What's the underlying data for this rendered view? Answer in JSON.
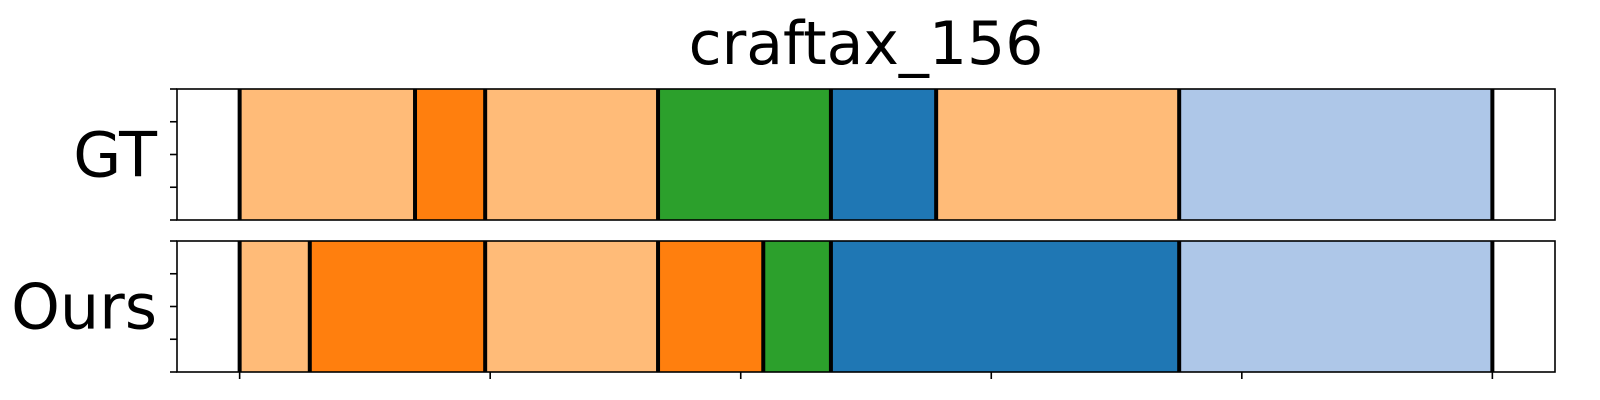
{
  "chart_data": {
    "type": "segmentation_timeline",
    "title": "craftax_156",
    "xlim": [
      -0.25,
      5.25
    ],
    "x_ticks": [
      0,
      1,
      2,
      3,
      4,
      5
    ],
    "tick_labels_shown": false,
    "y_ticks_shown": true,
    "colors": {
      "light_orange": "#FFBB78",
      "orange": "#FF7F0E",
      "green": "#2CA02C",
      "blue": "#1F77B4",
      "light_blue": "#AEC7E8"
    },
    "rows": [
      {
        "label": "GT",
        "segments": [
          {
            "start": 0.0,
            "end": 0.7,
            "color": "light_orange"
          },
          {
            "start": 0.7,
            "end": 0.98,
            "color": "orange"
          },
          {
            "start": 0.98,
            "end": 1.67,
            "color": "light_orange"
          },
          {
            "start": 1.67,
            "end": 2.36,
            "color": "green"
          },
          {
            "start": 2.36,
            "end": 2.78,
            "color": "blue"
          },
          {
            "start": 2.78,
            "end": 3.75,
            "color": "light_orange"
          },
          {
            "start": 3.75,
            "end": 5.0,
            "color": "light_blue"
          }
        ]
      },
      {
        "label": "Ours",
        "segments": [
          {
            "start": 0.0,
            "end": 0.28,
            "color": "light_orange"
          },
          {
            "start": 0.28,
            "end": 0.98,
            "color": "orange"
          },
          {
            "start": 0.98,
            "end": 1.67,
            "color": "light_orange"
          },
          {
            "start": 1.67,
            "end": 2.09,
            "color": "orange"
          },
          {
            "start": 2.09,
            "end": 2.36,
            "color": "green"
          },
          {
            "start": 2.36,
            "end": 3.75,
            "color": "blue"
          },
          {
            "start": 3.75,
            "end": 5.0,
            "color": "light_blue"
          }
        ]
      }
    ]
  }
}
